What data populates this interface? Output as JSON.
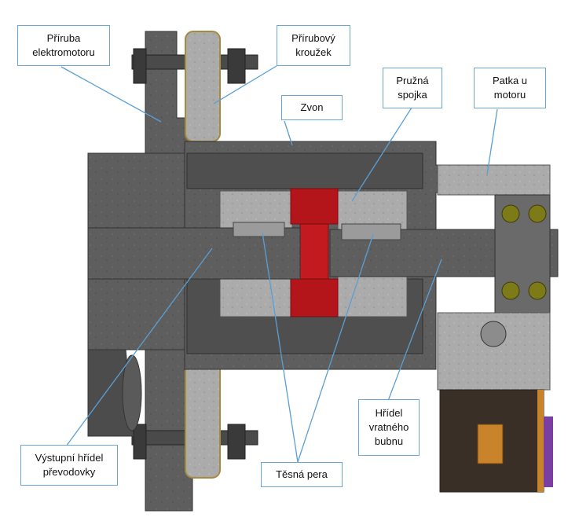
{
  "labels": {
    "priruba": "Příruba\nelektromotoru",
    "prirubovy": "Přírubový\nkroužek",
    "zvon": "Zvon",
    "pruzna": "Pružná\nspojka",
    "patka": "Patka u\nmotoru",
    "vystupni": "Výstupní hřídel\npřevodovky",
    "tesna": "Těsná pera",
    "hridel": "Hřídel\nvratného\nbubnu"
  },
  "colors": {
    "steel": "#5b5b5b",
    "steel_dark": "#3f3f40",
    "steel_light": "#9a9a9a",
    "concrete": "#a9a9a9",
    "red": "#b3151a",
    "olive": "#7d7a18",
    "leader": "#5a9fd4",
    "orange": "#c9832a",
    "purple": "#7a3fa0"
  }
}
